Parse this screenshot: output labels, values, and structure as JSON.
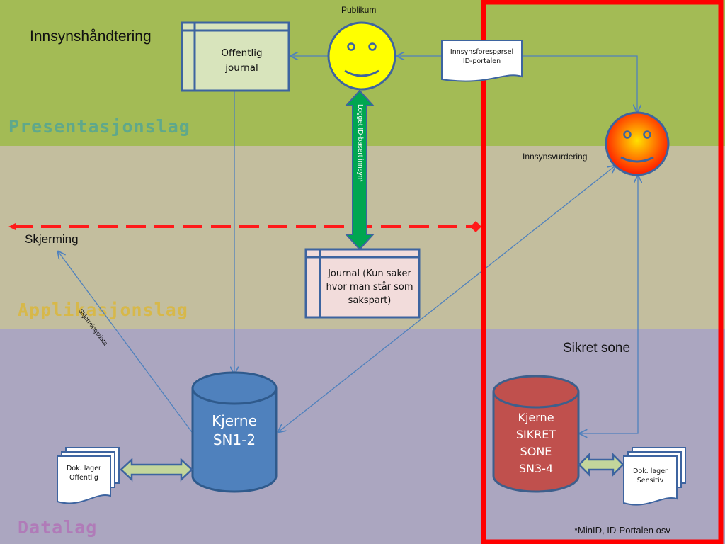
{
  "title": "Innsynshåndtering",
  "layers": {
    "presentation": "Presentasjonslag",
    "application": "Applikasjonslag",
    "data": "Datalag"
  },
  "actors": {
    "public": "Publikum",
    "assessment": "Innsynsvurdering"
  },
  "boxes": {
    "public_journal": [
      "Offentlig",
      "journal"
    ],
    "request_doc": [
      "Innsynsforespørsel",
      "ID-portalen"
    ],
    "party_journal": [
      "Journal (Kun saker",
      "hvor man står som",
      "sakspart)"
    ],
    "doc_store_public": [
      "Dok. lager",
      "Offentlig"
    ],
    "doc_store_sensitive": [
      "Dok. lager",
      "Sensitiv"
    ]
  },
  "databases": {
    "core_public": [
      "Kjerne",
      "SN1-2"
    ],
    "core_secure": [
      "Kjerne",
      "SIKRET",
      "SONE",
      "SN3-4"
    ]
  },
  "arrows": {
    "logged_access": "Logget ID-basert innsyn*",
    "shielding_data": "Skjermingsdata"
  },
  "zones": {
    "shielding": "Skjerming",
    "secure_zone": "Sikret sone"
  },
  "footnote": "*MinID, ID-Portalen osv",
  "colors": {
    "presentation_bg": "#a3bb55",
    "application_bg": "#c3be9e",
    "data_bg": "#aba6c0",
    "secure_zone_border": "#ff0000",
    "core_public_fill": "#4f81bd",
    "core_secure_fill": "#c0504d",
    "access_arrow": "#00a651"
  }
}
